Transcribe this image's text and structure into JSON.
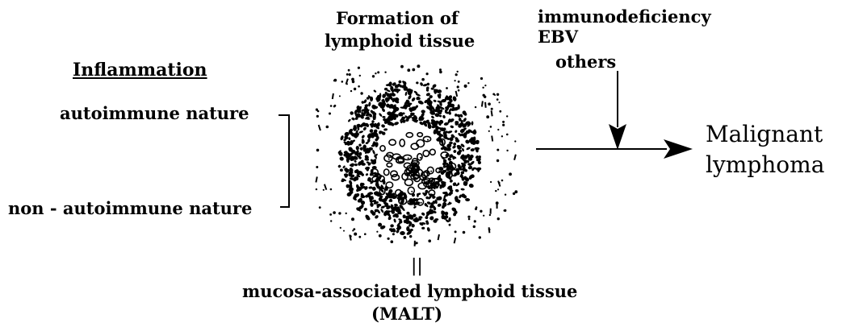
{
  "inflammation": {
    "heading": "Inflammation",
    "autoimmune": "autoimmune  nature",
    "non_autoimmune": "non - autoimmune  nature"
  },
  "formation": {
    "line1": "Formation of",
    "line2": "lymphoid tissue"
  },
  "factors": [
    "immunodeficiency",
    "EBV",
    "others"
  ],
  "outcome": {
    "line1": "Malignant",
    "line2": "lymphoma"
  },
  "equivalence_symbol": "||",
  "malt": {
    "line1": "mucosa-associated lymphoid tissue",
    "line2": "(MALT)"
  }
}
